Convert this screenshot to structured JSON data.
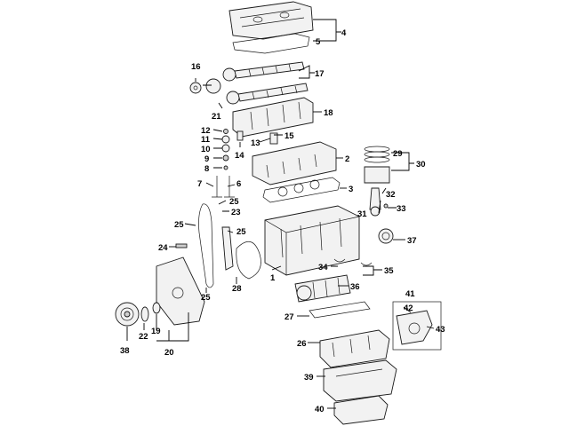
{
  "diagram": {
    "callouts": [
      {
        "id": "c1",
        "label": "1"
      },
      {
        "id": "c2",
        "label": "2"
      },
      {
        "id": "c3",
        "label": "3"
      },
      {
        "id": "c4",
        "label": "4"
      },
      {
        "id": "c5",
        "label": "5"
      },
      {
        "id": "c6",
        "label": "6"
      },
      {
        "id": "c7",
        "label": "7"
      },
      {
        "id": "c8",
        "label": "8"
      },
      {
        "id": "c9",
        "label": "9"
      },
      {
        "id": "c10",
        "label": "10"
      },
      {
        "id": "c11",
        "label": "11"
      },
      {
        "id": "c12",
        "label": "12"
      },
      {
        "id": "c13",
        "label": "13"
      },
      {
        "id": "c14",
        "label": "14"
      },
      {
        "id": "c15",
        "label": "15"
      },
      {
        "id": "c16",
        "label": "16"
      },
      {
        "id": "c17",
        "label": "17"
      },
      {
        "id": "c18",
        "label": "18"
      },
      {
        "id": "c19",
        "label": "19"
      },
      {
        "id": "c20",
        "label": "20"
      },
      {
        "id": "c21",
        "label": "21"
      },
      {
        "id": "c22",
        "label": "22"
      },
      {
        "id": "c23",
        "label": "23"
      },
      {
        "id": "c24",
        "label": "24"
      },
      {
        "id": "c25a",
        "label": "25"
      },
      {
        "id": "c25b",
        "label": "25"
      },
      {
        "id": "c25c",
        "label": "25"
      },
      {
        "id": "c25d",
        "label": "25"
      },
      {
        "id": "c26",
        "label": "26"
      },
      {
        "id": "c27",
        "label": "27"
      },
      {
        "id": "c28",
        "label": "28"
      },
      {
        "id": "c29",
        "label": "29"
      },
      {
        "id": "c30",
        "label": "30"
      },
      {
        "id": "c31",
        "label": "31"
      },
      {
        "id": "c32",
        "label": "32"
      },
      {
        "id": "c33",
        "label": "33"
      },
      {
        "id": "c34",
        "label": "34"
      },
      {
        "id": "c35",
        "label": "35"
      },
      {
        "id": "c36",
        "label": "36"
      },
      {
        "id": "c37",
        "label": "37"
      },
      {
        "id": "c38",
        "label": "38"
      },
      {
        "id": "c39",
        "label": "39"
      },
      {
        "id": "c40",
        "label": "40"
      },
      {
        "id": "c41",
        "label": "41"
      },
      {
        "id": "c42",
        "label": "42"
      },
      {
        "id": "c43",
        "label": "43"
      }
    ]
  },
  "colors": {
    "background": "#ffffff",
    "line": "#1a1a1a",
    "part_fill": "#f2f2f2",
    "part_shade": "#cfcfcf"
  }
}
